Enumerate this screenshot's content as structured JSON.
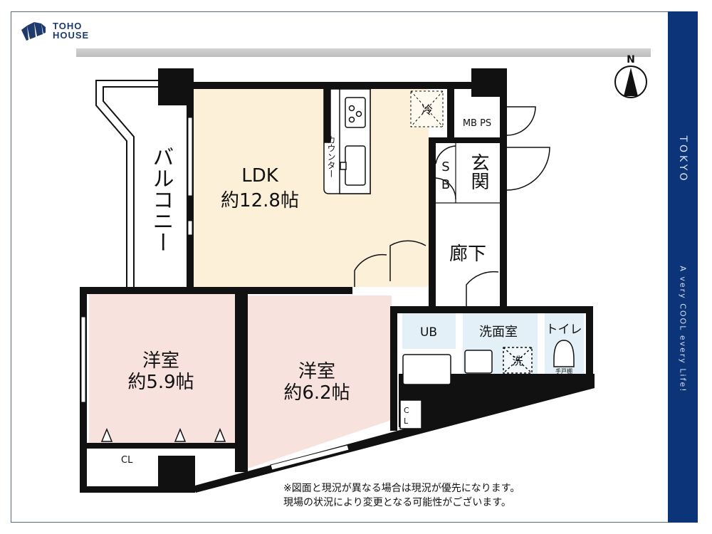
{
  "brand": {
    "line1": "TOHO",
    "line2": "HOUSE",
    "color": "#1d3a6e"
  },
  "sidebar": {
    "title": "TOKYO",
    "tagline": "A very COOL every Life!",
    "color": "#0b3479"
  },
  "compass": {
    "label": "N"
  },
  "rooms": {
    "ldk": {
      "name": "LDK",
      "size": "約12.8帖",
      "color": "#fcf0d8"
    },
    "western1": {
      "name": "洋室",
      "size": "約5.9帖",
      "color": "#f8e2de"
    },
    "western2": {
      "name": "洋室",
      "size": "約6.2帖",
      "color": "#f8e2de"
    },
    "balcony": {
      "name": "バルコニー"
    },
    "entrance": {
      "name": "玄関"
    },
    "hallway": {
      "name": "廊下"
    },
    "washroom": {
      "name": "洗面室",
      "color": "#e3f0f8"
    },
    "toilet": {
      "name": "トイレ"
    },
    "unit_bath": {
      "name": "UB"
    }
  },
  "fixtures": {
    "counter": "カウンター",
    "mbps": "MB PS",
    "shoe_box": [
      "S",
      "B"
    ],
    "fridge": "冷",
    "washer": "洗",
    "closet1": "CL",
    "closet2": [
      "C",
      "L"
    ],
    "toilet_cabinet": "手戸棚"
  },
  "notes": {
    "line1": "※図面と現況が異なる場合は現況が優先になります。",
    "line2": "現場の状況により変更となる可能性がございます。"
  }
}
